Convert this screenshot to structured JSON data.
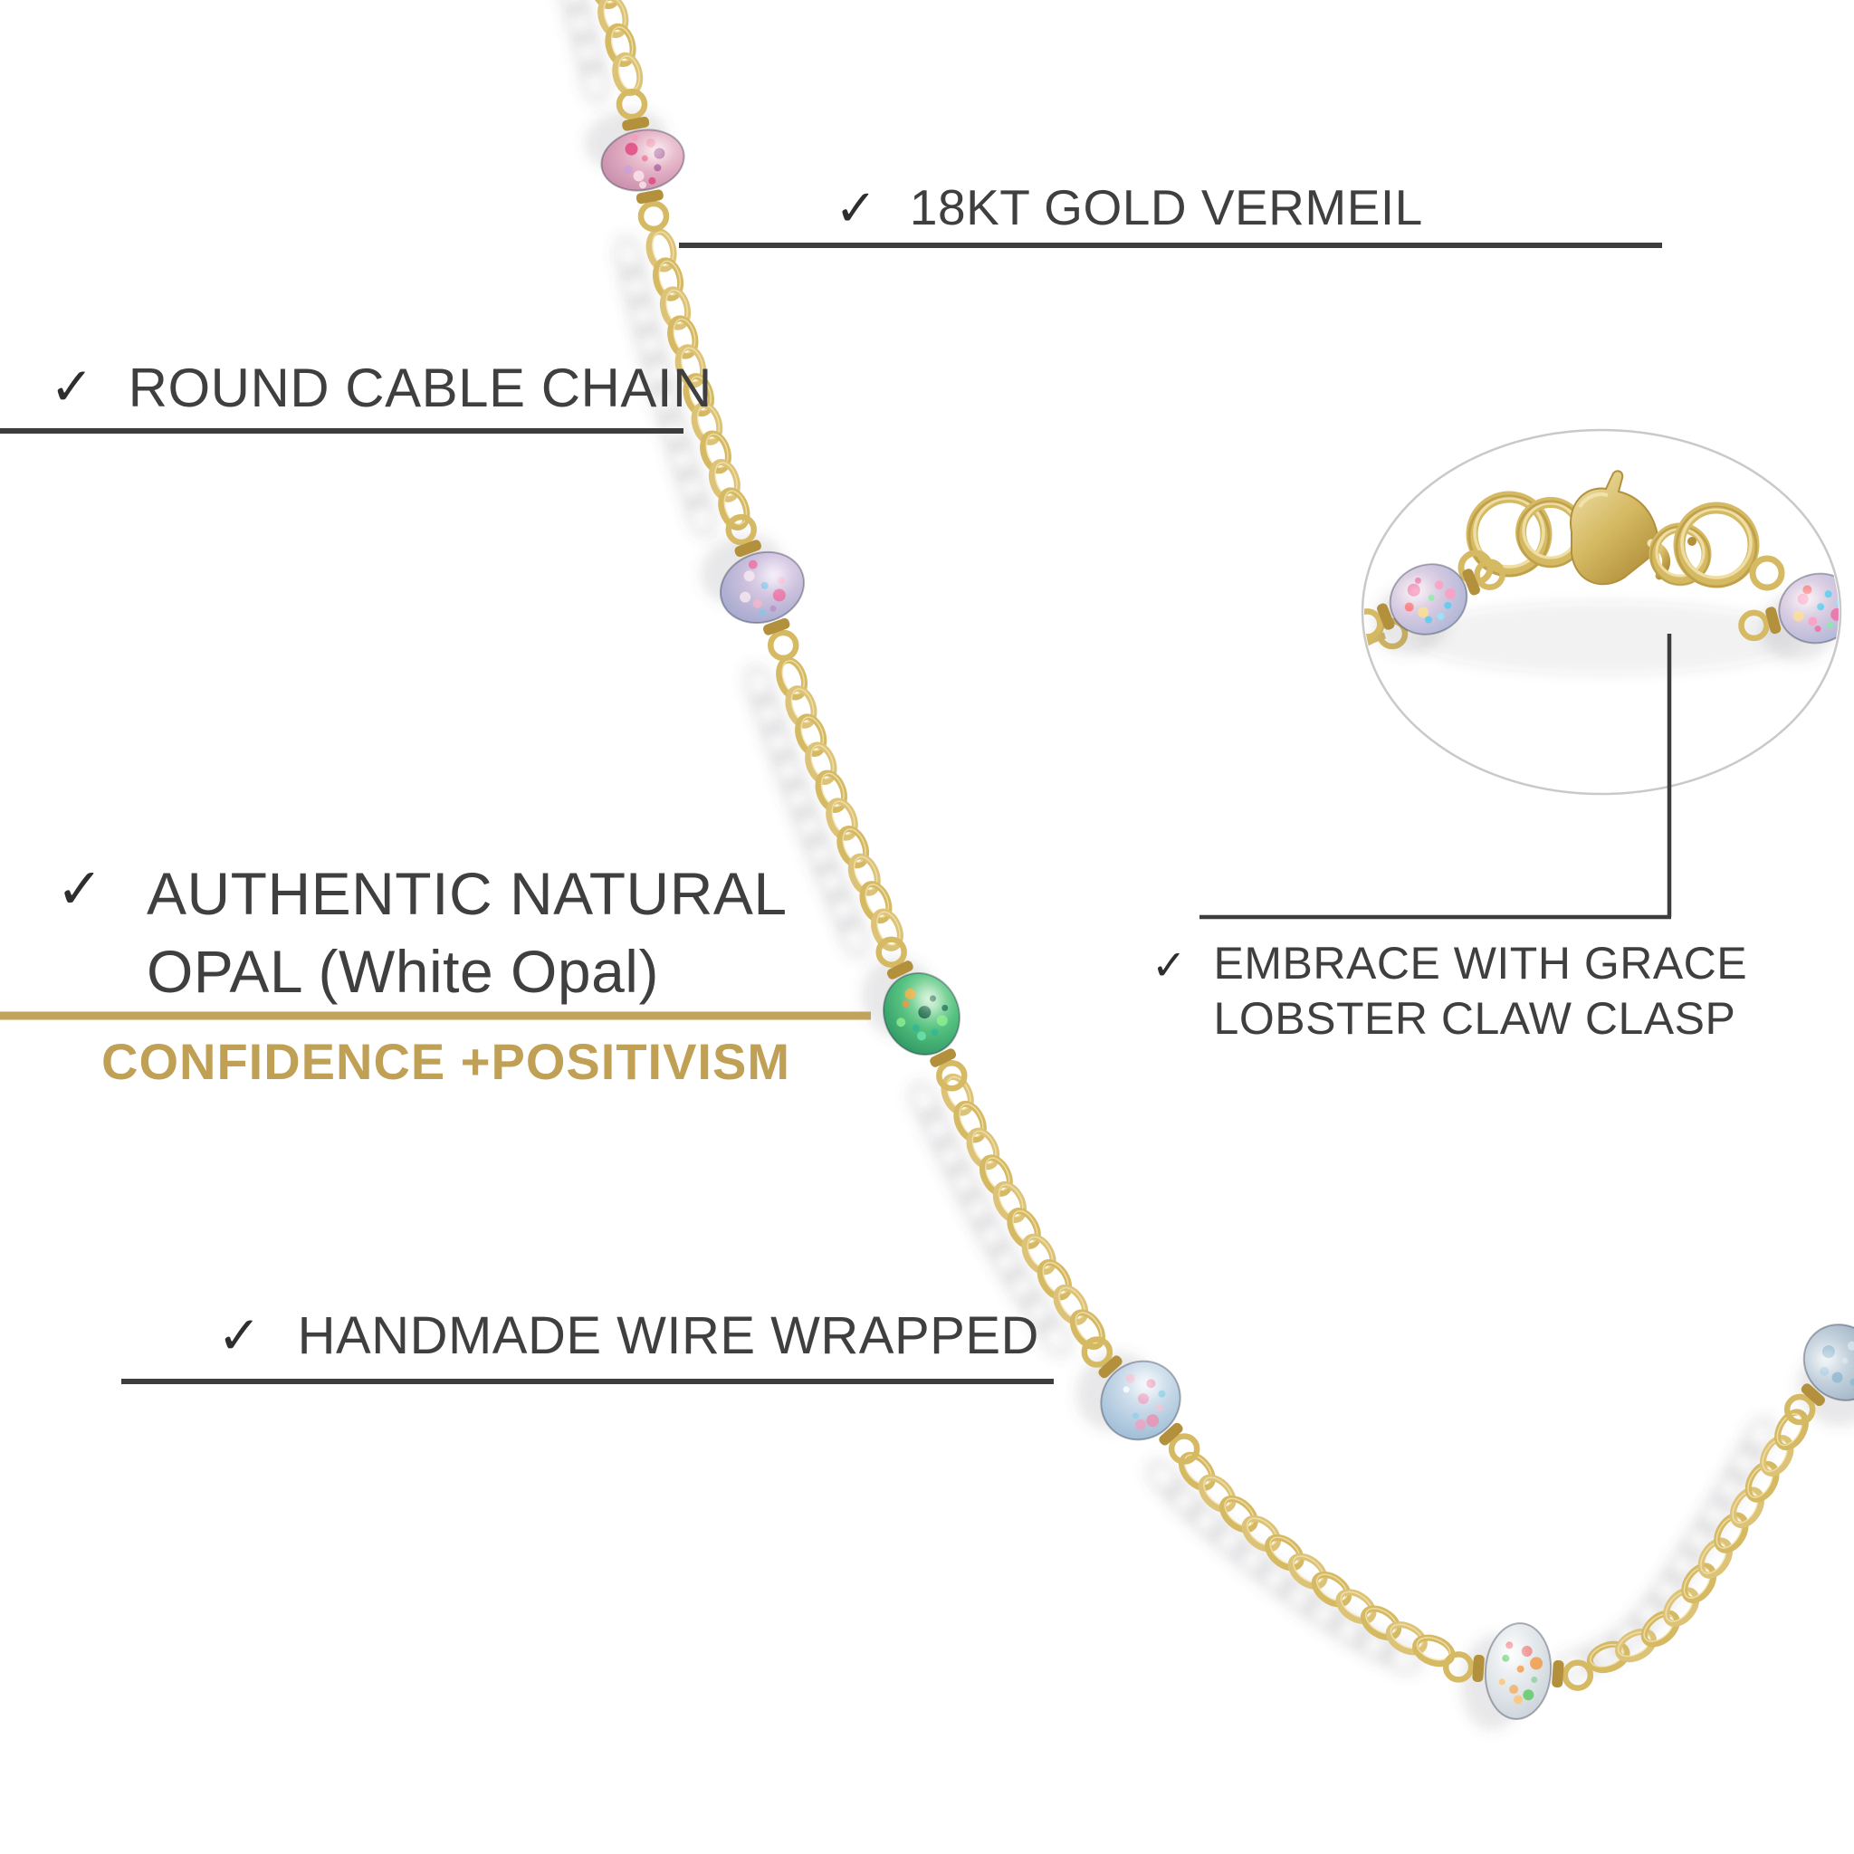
{
  "callouts": [
    {
      "id": "gold-vermeil",
      "check": "✓",
      "label": "18KT GOLD VERMEIL"
    },
    {
      "id": "cable-chain",
      "check": "✓",
      "label": "ROUND CABLE CHAIN"
    },
    {
      "id": "natural-opal",
      "check": "✓",
      "label_line1": "AUTHENTIC NATURAL",
      "label_line2": "OPAL (White Opal)",
      "tagline": "CONFIDENCE +POSITIVISM"
    },
    {
      "id": "clasp",
      "check": "✓",
      "label_line1": "EMBRACE WITH GRACE",
      "label_line2": "LOBSTER CLAW CLASP"
    },
    {
      "id": "handmade",
      "check": "✓",
      "label": "HANDMADE WIRE WRAPPED"
    }
  ],
  "colors": {
    "background": "#ffffff",
    "text": "#3f3f3f",
    "callout_line": "#3d3d3d",
    "gold_line": "#c2a35a",
    "tagline_gold": "#bfa054",
    "chain_gold": "#d5b963",
    "chain_gold_alt": "#ddc378",
    "chain_gold_dark": "#b3913c",
    "chain_gold_light": "#f2e4ae",
    "inset_border": "#c9c9c9",
    "shadow": "rgba(90,90,100,0.14)"
  },
  "beads": [
    {
      "name": "pink-opal-bead",
      "base": "#c489a8",
      "mid": "#e2aec3",
      "light": "#f4dde4",
      "speckles": [
        "#e0447a",
        "#f49cb4",
        "#a85f9e",
        "#fce8ee",
        "#e8718f",
        "#caa0d8"
      ]
    },
    {
      "name": "lavender-opal-bead",
      "base": "#9fa6cd",
      "mid": "#cabfdc",
      "light": "#ecdff2",
      "speckles": [
        "#ef6da0",
        "#f6b6cc",
        "#7fc9e8",
        "#f9e9f2",
        "#b990c8"
      ]
    },
    {
      "name": "green-boulder-opal-bead",
      "base": "#2a9360",
      "mid": "#56c281",
      "light": "#bdedc4",
      "speckles": [
        "#155c44",
        "#8ff08f",
        "#2fb898",
        "#ffb347",
        "#1b6f52",
        "#6fe3b0",
        "#ff9040"
      ]
    },
    {
      "name": "blue-opal-bead",
      "base": "#99b9d3",
      "mid": "#c3d6e7",
      "light": "#eef4f8",
      "speckles": [
        "#ef8fb0",
        "#f6c3d4",
        "#8fd0e8",
        "#f0a0c0",
        "#ffffff"
      ]
    },
    {
      "name": "white-fire-opal-bead",
      "base": "#c9d2d8",
      "mid": "#e3e8eb",
      "light": "#fafbfc",
      "speckles": [
        "#f2973f",
        "#ffc46b",
        "#59c95f",
        "#ef8080",
        "#8fd0a0",
        "#f4ad62"
      ]
    },
    {
      "name": "gray-blue-opal-bead",
      "base": "#93a8ba",
      "mid": "#bccbd8",
      "light": "#e6edf2",
      "speckles": [
        "#8fb8d0",
        "#d9e6ee",
        "#aecde0"
      ]
    },
    {
      "name": "clasp-detail-opal-bead",
      "base": "#aab4d6",
      "mid": "#d3c8e0",
      "light": "#f3e8ef",
      "speckles": [
        "#f268a0",
        "#ff9cc0",
        "#4fd0f0",
        "#ffe08f",
        "#7ff0a0",
        "#ff7070",
        "#90e8ff"
      ]
    }
  ]
}
